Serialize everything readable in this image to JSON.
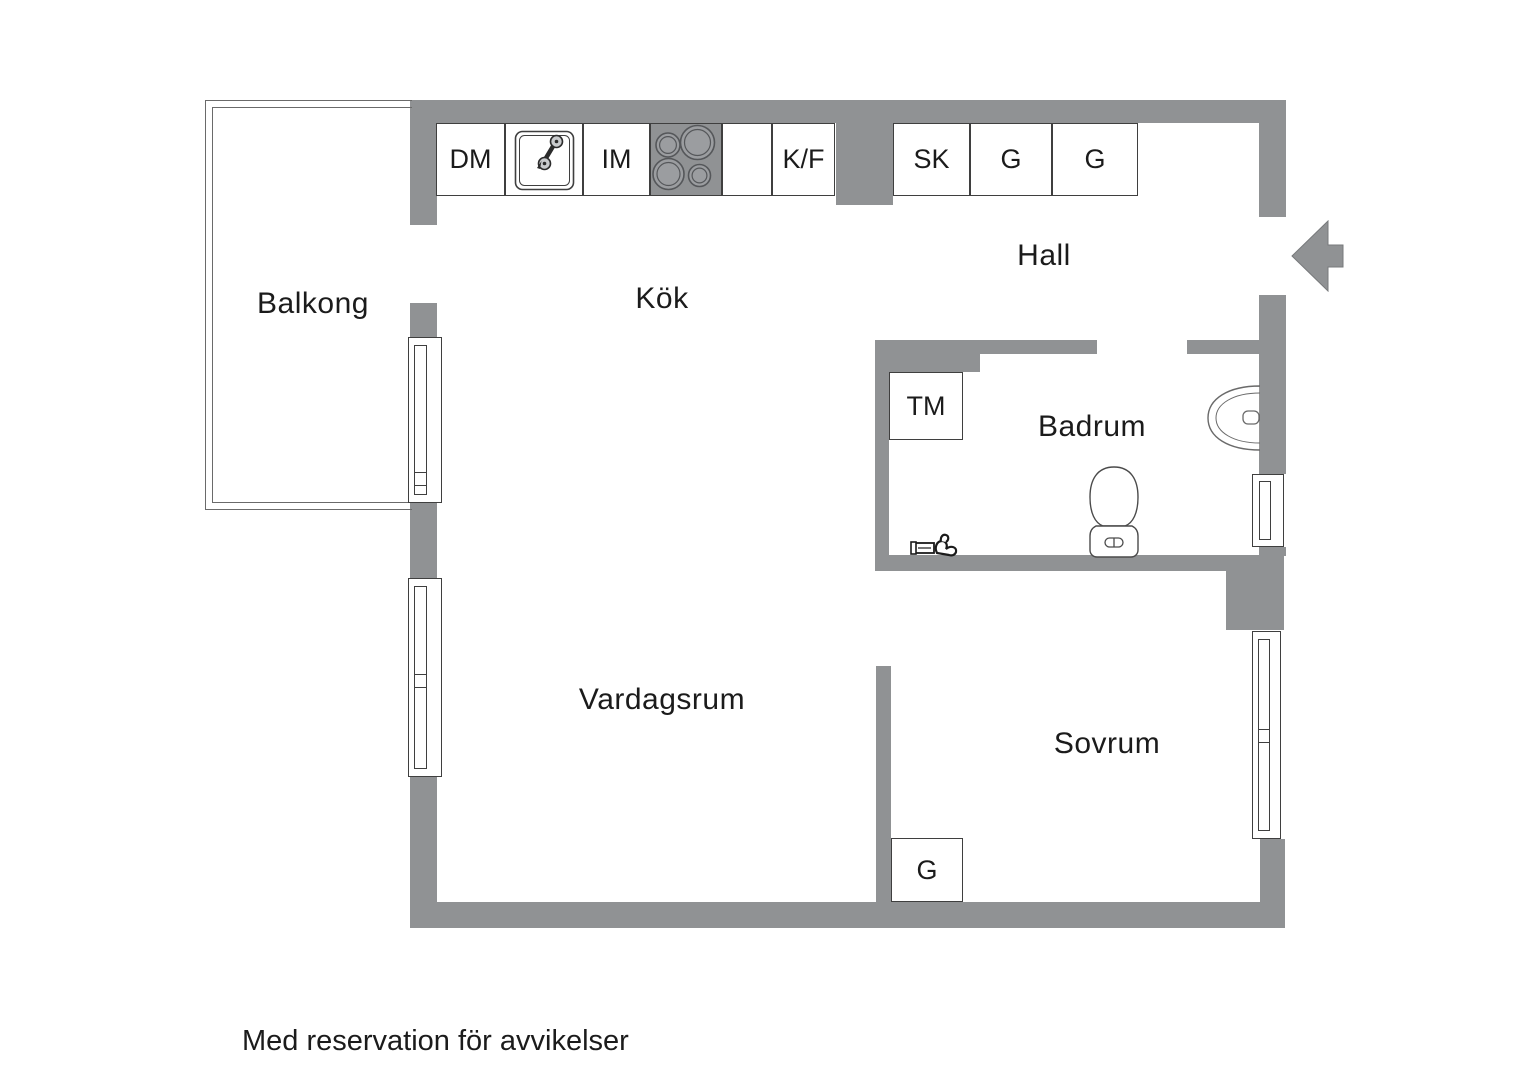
{
  "plan": {
    "rooms": {
      "balkong": "Balkong",
      "kok": "Kök",
      "hall": "Hall",
      "badrum": "Badrum",
      "vardagsrum": "Vardagsrum",
      "sovrum": "Sovrum"
    },
    "kitchen_units": {
      "dm": "DM",
      "im": "IM",
      "kf": "K/F",
      "sk": "SK",
      "g1": "G",
      "g2": "G"
    },
    "bathroom_units": {
      "tm": "TM"
    },
    "bedroom_units": {
      "g": "G"
    },
    "footer": {
      "disclaimer": "Med reservation för avvikelser"
    },
    "icons": {
      "sink": "kitchen-sink-icon",
      "stove": "stove-burners-icon",
      "toilet": "toilet-icon",
      "washbasin": "washbasin-icon",
      "mixer": "shower-mixer-icon",
      "entrance": "entrance-arrow-icon"
    }
  },
  "colors": {
    "wall": "#909294",
    "line": "#3f3f3f",
    "text": "#1b1b1b",
    "background": "#ffffff"
  }
}
